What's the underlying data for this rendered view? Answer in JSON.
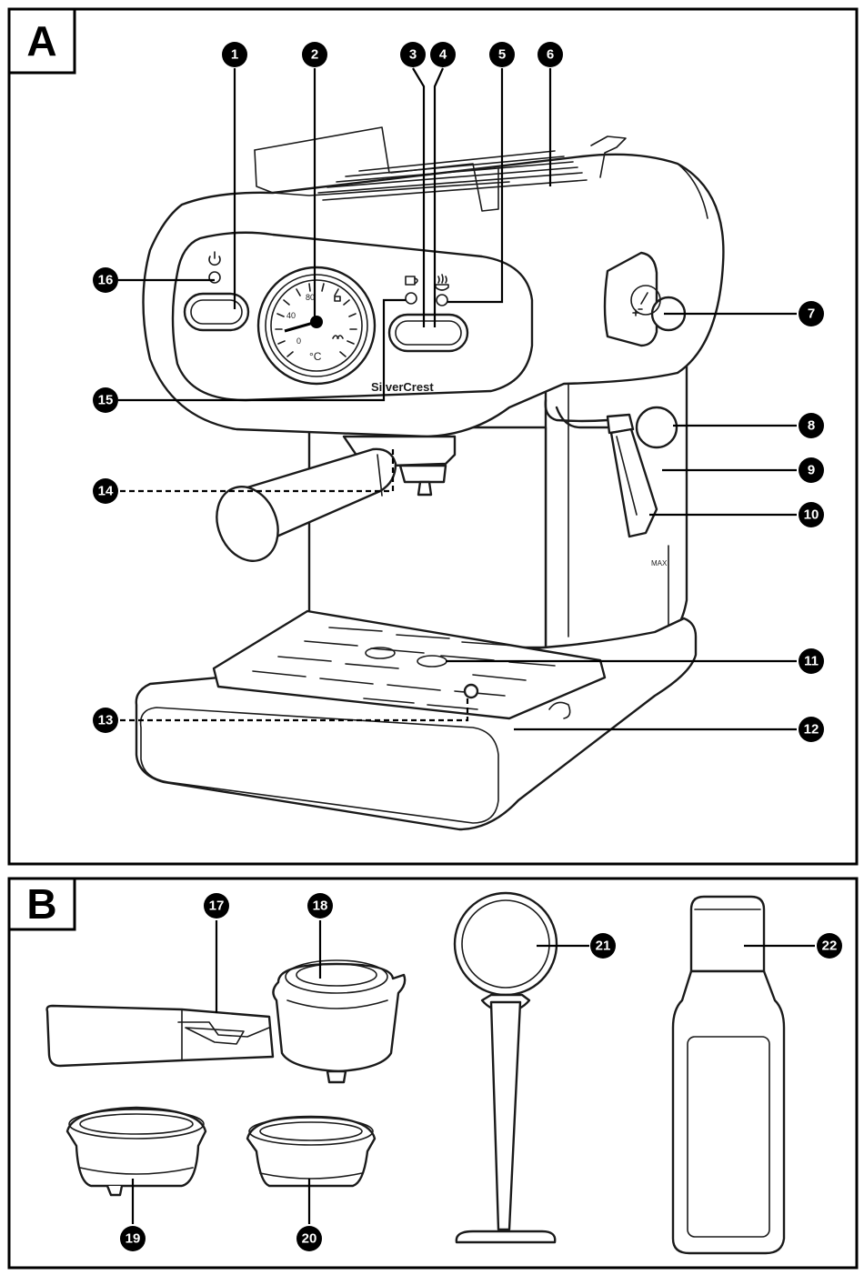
{
  "panels": [
    {
      "id": "A",
      "label": "A"
    },
    {
      "id": "B",
      "label": "B"
    }
  ],
  "callouts": [
    "1",
    "2",
    "3",
    "4",
    "5",
    "6",
    "7",
    "8",
    "9",
    "10",
    "11",
    "12",
    "13",
    "14",
    "15",
    "16",
    "17",
    "18",
    "19",
    "20",
    "21",
    "22"
  ],
  "gauge": {
    "ticks": [
      "80",
      "40",
      "0"
    ],
    "unit": "°C"
  },
  "brand": {
    "logo_text": "SilverCrest"
  },
  "tank_marker": "MAX",
  "icons": {
    "power": "power-icon",
    "cup": "cup-icon",
    "steam": "steam-icon"
  }
}
